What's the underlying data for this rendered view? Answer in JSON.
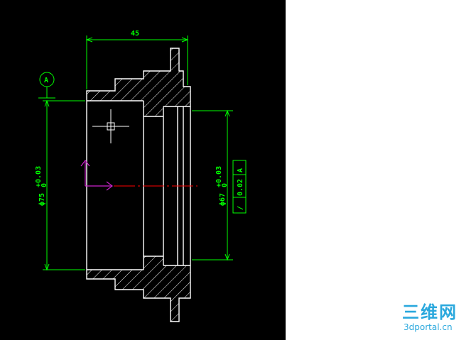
{
  "drawing": {
    "top_dimension": "45",
    "datum_label": "A",
    "left_diameter": {
      "symbol": "ϕ",
      "value": "75",
      "upper_tol": "+0.03",
      "lower_tol": "0"
    },
    "right_diameter": {
      "symbol": "ϕ",
      "value": "67",
      "upper_tol": "+0.03",
      "lower_tol": "0"
    },
    "tolerance_frame": {
      "symbol": "/",
      "value": "0.02",
      "datum": "A"
    }
  },
  "colors": {
    "background": "#000000",
    "geometry": "#ffffff",
    "dimension": "#00ff00",
    "centerline": "#ff0000",
    "ucs": "#cc22cc",
    "watermark": "#2aa8dd"
  },
  "watermark": {
    "chinese": "三维网",
    "url": "3dportal.cn"
  }
}
